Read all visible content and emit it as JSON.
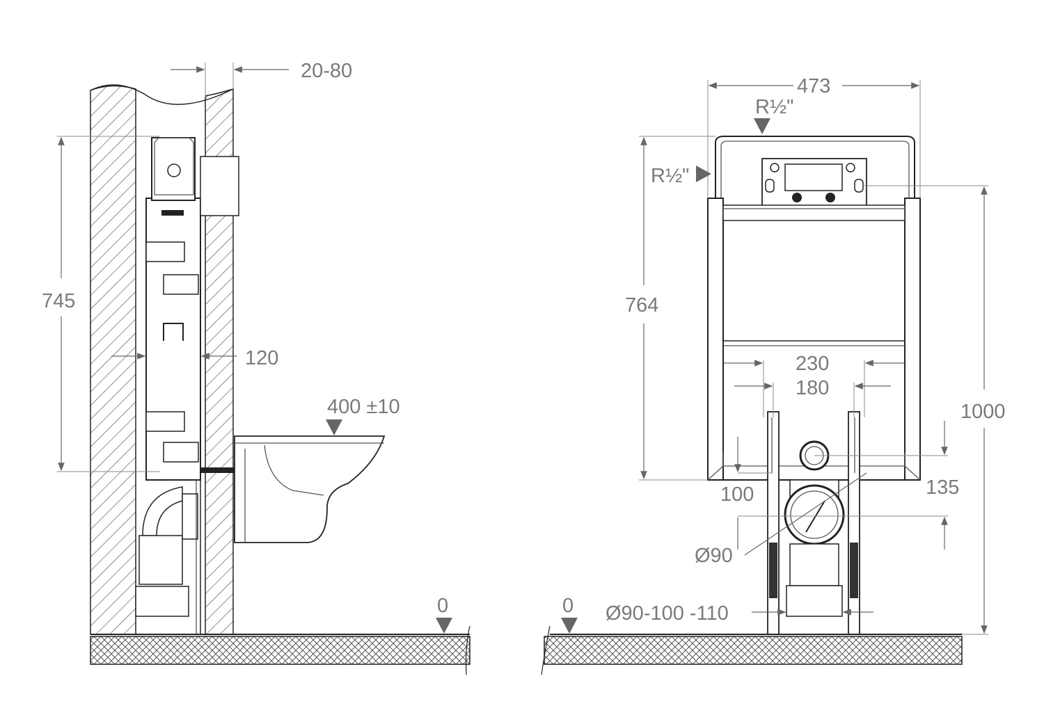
{
  "side_view": {
    "dim_wall_gap": "20-80",
    "dim_height": "745",
    "dim_depth": "120",
    "dim_bowl_height": "400 ±10",
    "floor_level": "0"
  },
  "front_view": {
    "dim_width": "473",
    "dim_inlet_top": "R½\"",
    "dim_inlet_side": "R½\"",
    "dim_height": "764",
    "dim_total_height": "1000",
    "dim_bolt_outer": "230",
    "dim_bolt_inner": "180",
    "dim_flush_offset": "100",
    "dim_outlet_offset": "135",
    "dim_outlet_diameter": "Ø90",
    "dim_drain_diameter": "Ø90-100 -110",
    "floor_level": "0"
  }
}
